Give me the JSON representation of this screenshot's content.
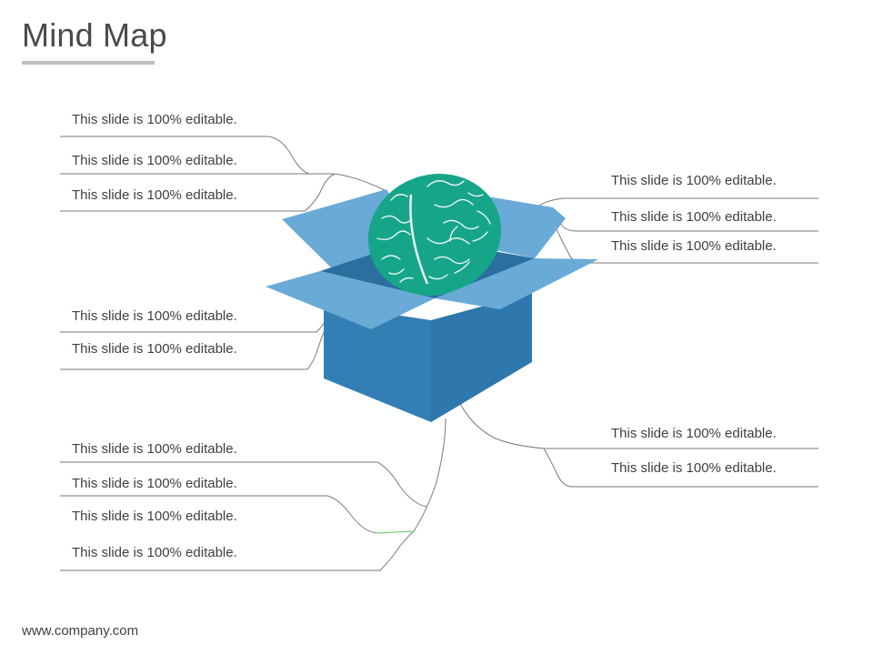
{
  "title": "Mind Map",
  "footer": "www.company.com",
  "labels": {
    "left": [
      "This slide is 100% editable.",
      "This slide is 100% editable.",
      "This slide is 100% editable.",
      "This slide is 100% editable.",
      "This slide is 100% editable.",
      "This slide is 100% editable.",
      "This slide is 100% editable.",
      "This slide is 100% editable.",
      "This slide is 100% editable."
    ],
    "right": [
      "This slide is 100% editable.",
      "This slide is 100% editable.",
      "This slide is 100% editable.",
      "This slide is 100% editable.",
      "This slide is 100% editable."
    ]
  },
  "colors": {
    "box_front": "#2f7fb2",
    "box_flaps": "#6aaad6",
    "box_inner": "#2a6fa0",
    "brain": "#17a589",
    "lines": "#7a7a7a",
    "accent_line": "#7ccf7c"
  }
}
